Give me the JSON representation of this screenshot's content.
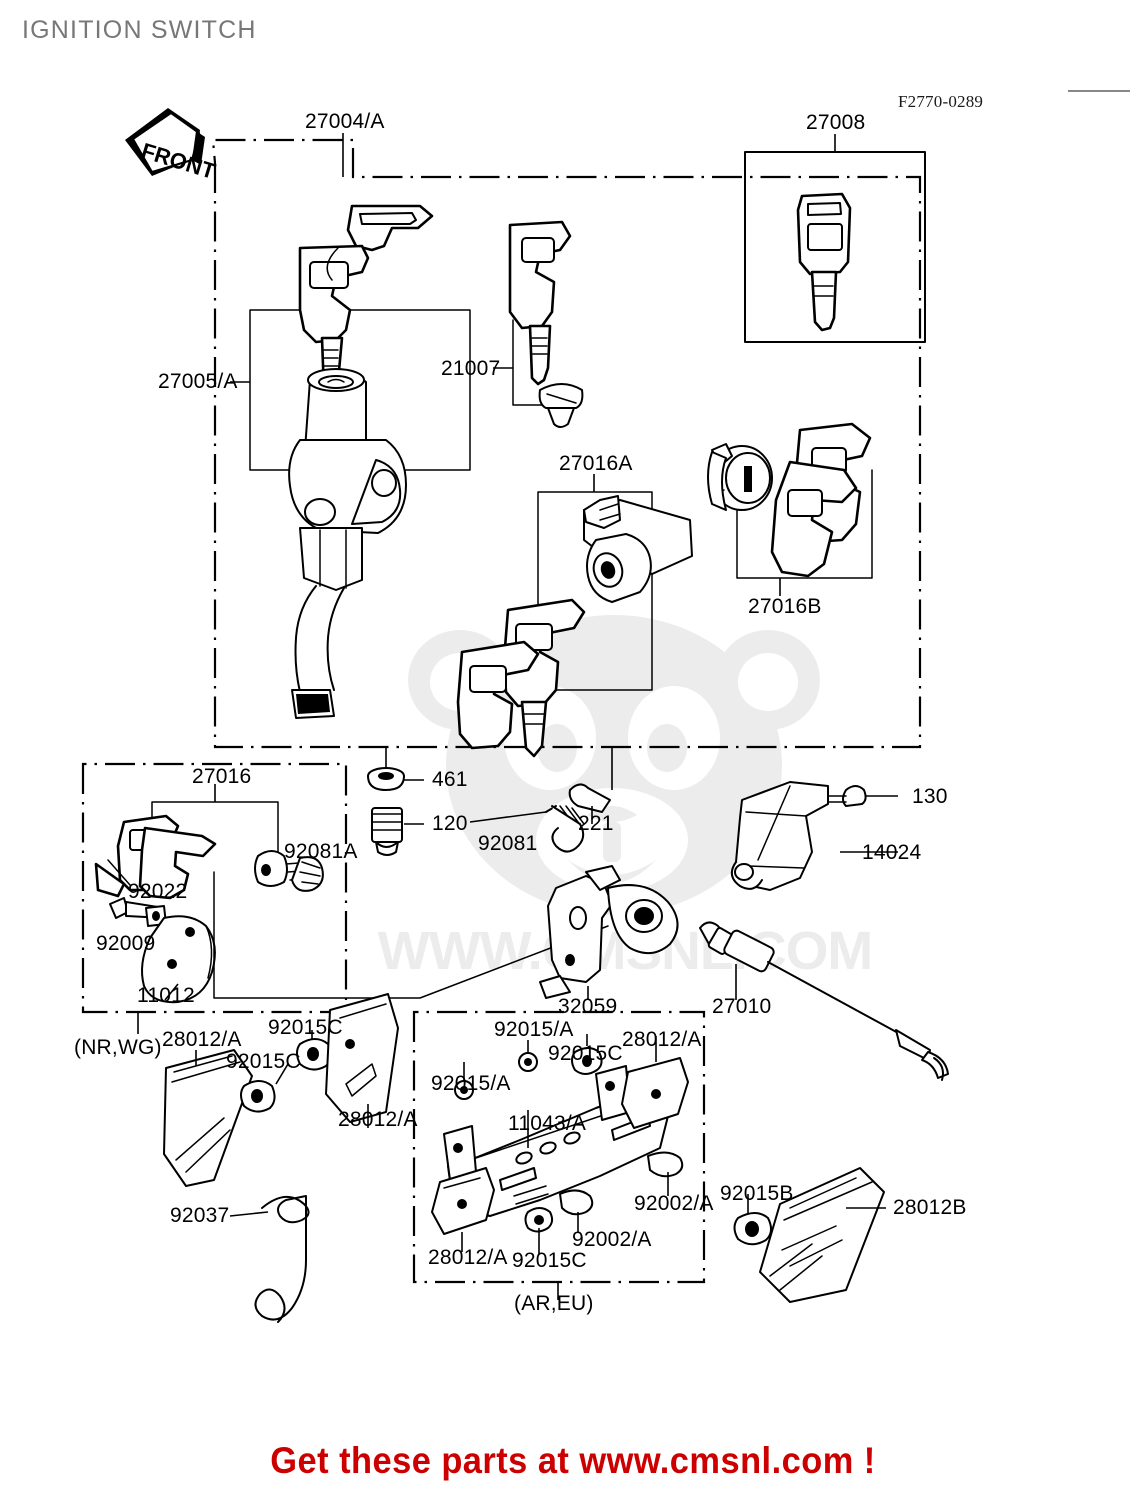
{
  "page": {
    "title": "IGNITION SWITCH",
    "reference_code": "F2770-0289",
    "footer": "Get these parts at www.cmsnl.com !",
    "watermark_url": "WWW.CMSNL.COM",
    "front_marker": "FRONT"
  },
  "colors": {
    "title_gray": "#777777",
    "footer_red": "#cc0000",
    "line_black": "#000000",
    "watermark_gray": "#ececec",
    "background": "#ffffff"
  },
  "groups": {
    "main_assembly": "27004/A",
    "key_box": "27008",
    "nr_wg_variant": "(NR,WG)",
    "ar_eu_variant": "(AR,EU)"
  },
  "callouts": [
    {
      "id": "c01",
      "label": "27004/A"
    },
    {
      "id": "c02",
      "label": "27008"
    },
    {
      "id": "c03",
      "label": "27005/A"
    },
    {
      "id": "c04",
      "label": "21007"
    },
    {
      "id": "c05",
      "label": "27016A"
    },
    {
      "id": "c06",
      "label": "27016B"
    },
    {
      "id": "c07",
      "label": "27016"
    },
    {
      "id": "c08",
      "label": "92081A"
    },
    {
      "id": "c09",
      "label": "92022"
    },
    {
      "id": "c10",
      "label": "92009"
    },
    {
      "id": "c11",
      "label": "11012"
    },
    {
      "id": "c12",
      "label": "(NR,WG)"
    },
    {
      "id": "c13",
      "label": "461"
    },
    {
      "id": "c14",
      "label": "120"
    },
    {
      "id": "c15",
      "label": "221"
    },
    {
      "id": "c16",
      "label": "92081"
    },
    {
      "id": "c17",
      "label": "130"
    },
    {
      "id": "c18",
      "label": "14024"
    },
    {
      "id": "c19",
      "label": "32059"
    },
    {
      "id": "c20",
      "label": "27010"
    },
    {
      "id": "c21",
      "label": "28012/A"
    },
    {
      "id": "c22",
      "label": "92015C"
    },
    {
      "id": "c23",
      "label": "92015C"
    },
    {
      "id": "c24",
      "label": "28012/A"
    },
    {
      "id": "c25",
      "label": "92037"
    },
    {
      "id": "c26",
      "label": "92015/A"
    },
    {
      "id": "c27",
      "label": "92015C"
    },
    {
      "id": "c28",
      "label": "28012/A"
    },
    {
      "id": "c29",
      "label": "92015/A"
    },
    {
      "id": "c30",
      "label": "11043/A"
    },
    {
      "id": "c31",
      "label": "92002/A"
    },
    {
      "id": "c32",
      "label": "92002/A"
    },
    {
      "id": "c33",
      "label": "28012/A"
    },
    {
      "id": "c34",
      "label": "92015C"
    },
    {
      "id": "c35",
      "label": "(AR,EU)"
    },
    {
      "id": "c36",
      "label": "92015B"
    },
    {
      "id": "c37",
      "label": "28012B"
    }
  ]
}
